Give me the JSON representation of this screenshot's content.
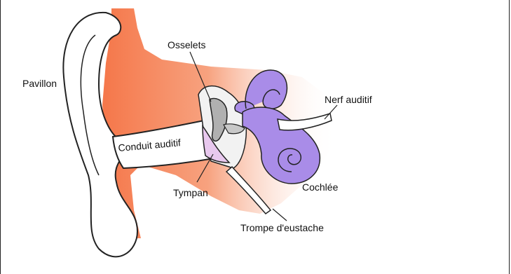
{
  "diagram": {
    "labels": {
      "pavillon": "Pavillon",
      "osselets": "Osselets",
      "conduit_auditif": "Conduit auditif",
      "tympan": "Tympan",
      "nerf_auditif": "Nerf auditif",
      "cochlee": "Cochlée",
      "trompe": "Trompe d'eustache"
    },
    "colors": {
      "skin": "#f5774a",
      "skin_light": "#fbd5c2",
      "cochlea": "#a98ce8",
      "eardrum": "#e8c8ee",
      "bone": "#b0b0b0",
      "outline": "#222222"
    }
  }
}
